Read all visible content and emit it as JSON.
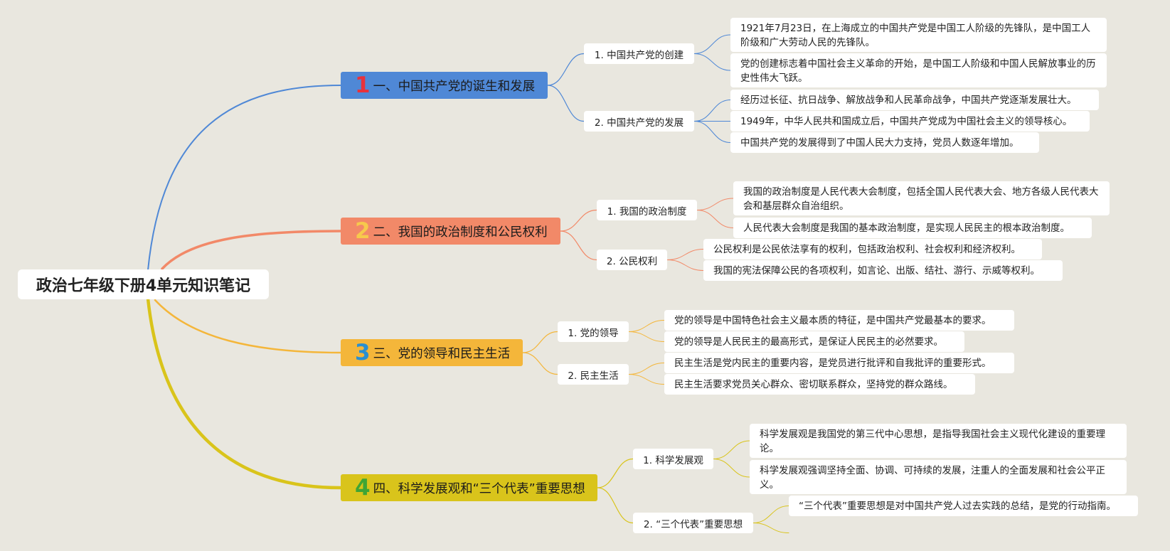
{
  "title": "政治七年级下册4单元知识笔记",
  "colors": {
    "background": "#e9e7df",
    "blue": "#4f88d6",
    "orange": "#f28968",
    "yellow": "#f4b63a",
    "olive": "#d9c41b"
  },
  "branches": [
    {
      "num": "1",
      "num_color": "#e8323c",
      "color": "#4f88d6",
      "label": "一、中国共产党的诞生和发展",
      "subs": [
        {
          "label": "1. 中国共产党的创建",
          "leaves": [
            "1921年7月23日，在上海成立的中国共产党是中国工人阶级的先锋队，是中国工人阶级和广大劳动人民的先锋队。",
            "党的创建标志着中国社会主义革命的开始，是中国工人阶级和中国人民解放事业的历史性伟大飞跃。"
          ]
        },
        {
          "label": "2. 中国共产党的发展",
          "leaves": [
            "经历过长征、抗日战争、解放战争和人民革命战争，中国共产党逐渐发展壮大。",
            "1949年，中华人民共和国成立后，中国共产党成为中国社会主义的领导核心。",
            "中国共产党的发展得到了中国人民大力支持，党员人数逐年增加。"
          ]
        }
      ]
    },
    {
      "num": "2",
      "num_color": "#f7c94c",
      "color": "#f28968",
      "label": "二、我国的政治制度和公民权利",
      "subs": [
        {
          "label": "1. 我国的政治制度",
          "leaves": [
            "我国的政治制度是人民代表大会制度，包括全国人民代表大会、地方各级人民代表大会和基层群众自治组织。",
            "人民代表大会制度是我国的基本政治制度，是实现人民民主的根本政治制度。"
          ]
        },
        {
          "label": "2. 公民权利",
          "leaves": [
            "公民权利是公民依法享有的权利，包括政治权利、社会权利和经济权利。",
            "我国的宪法保障公民的各项权利，如言论、出版、结社、游行、示威等权利。"
          ]
        }
      ]
    },
    {
      "num": "3",
      "num_color": "#2a8fd0",
      "color": "#f4b63a",
      "label": "三、党的领导和民主生活",
      "subs": [
        {
          "label": "1. 党的领导",
          "leaves": [
            "党的领导是中国特色社会主义最本质的特征，是中国共产党最基本的要求。",
            "党的领导是人民民主的最高形式，是保证人民民主的必然要求。"
          ]
        },
        {
          "label": "2. 民主生活",
          "leaves": [
            "民主生活是党内民主的重要内容，是党员进行批评和自我批评的重要形式。",
            "民主生活要求党员关心群众、密切联系群众，坚持党的群众路线。"
          ]
        }
      ]
    },
    {
      "num": "4",
      "num_color": "#3fa535",
      "color": "#d9c41b",
      "label": "四、科学发展观和“三个代表”重要思想",
      "subs": [
        {
          "label": "1. 科学发展观",
          "leaves": [
            "科学发展观是我国党的第三代中心思想，是指导我国社会主义现代化建设的重要理论。",
            "科学发展观强调坚持全面、协调、可持续的发展，注重人的全面发展和社会公平正义。"
          ]
        },
        {
          "label": "2. “三个代表”重要思想",
          "leaves": [
            "“三个代表”重要思想是对中国共产党人过去实践的总结，是党的行动指南。"
          ]
        }
      ]
    }
  ]
}
